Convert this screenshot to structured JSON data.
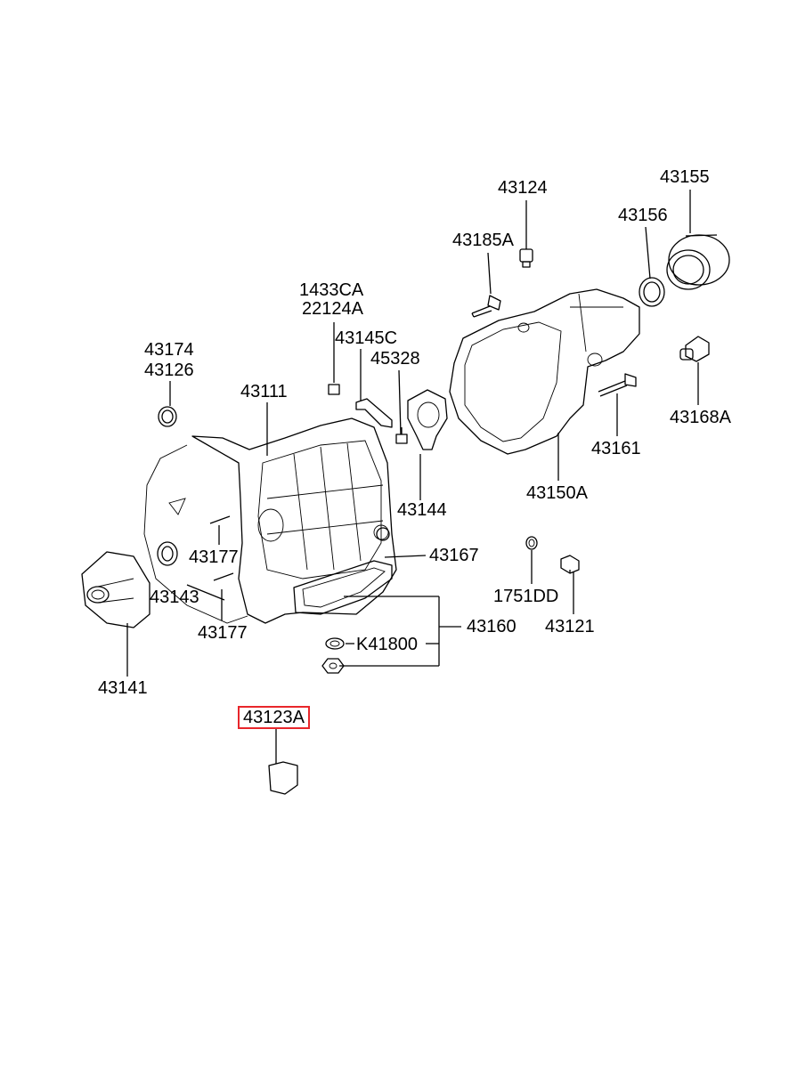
{
  "part_labels": [
    {
      "id": "43124",
      "text": "43124"
    },
    {
      "id": "43155",
      "text": "43155"
    },
    {
      "id": "43156",
      "text": "43156"
    },
    {
      "id": "43185A",
      "text": "43185A"
    },
    {
      "id": "1433CA",
      "text": "1433CA"
    },
    {
      "id": "22124A",
      "text": "22124A"
    },
    {
      "id": "43145C",
      "text": "43145C"
    },
    {
      "id": "45328",
      "text": "45328"
    },
    {
      "id": "43174",
      "text": "43174"
    },
    {
      "id": "43126",
      "text": "43126"
    },
    {
      "id": "43111",
      "text": "43111"
    },
    {
      "id": "43168A",
      "text": "43168A"
    },
    {
      "id": "43161",
      "text": "43161"
    },
    {
      "id": "43144",
      "text": "43144"
    },
    {
      "id": "43150A",
      "text": "43150A"
    },
    {
      "id": "43177a",
      "text": "43177"
    },
    {
      "id": "43167",
      "text": "43167"
    },
    {
      "id": "1751DD",
      "text": "1751DD"
    },
    {
      "id": "43143",
      "text": "43143"
    },
    {
      "id": "43160",
      "text": "43160"
    },
    {
      "id": "43121",
      "text": "43121"
    },
    {
      "id": "43177b",
      "text": "43177"
    },
    {
      "id": "K41800",
      "text": "K41800"
    },
    {
      "id": "43141",
      "text": "43141"
    },
    {
      "id": "43123A",
      "text": "43123A"
    }
  ],
  "colors": {
    "highlight": "#e8262b",
    "line": "#000000",
    "background": "#ffffff"
  }
}
